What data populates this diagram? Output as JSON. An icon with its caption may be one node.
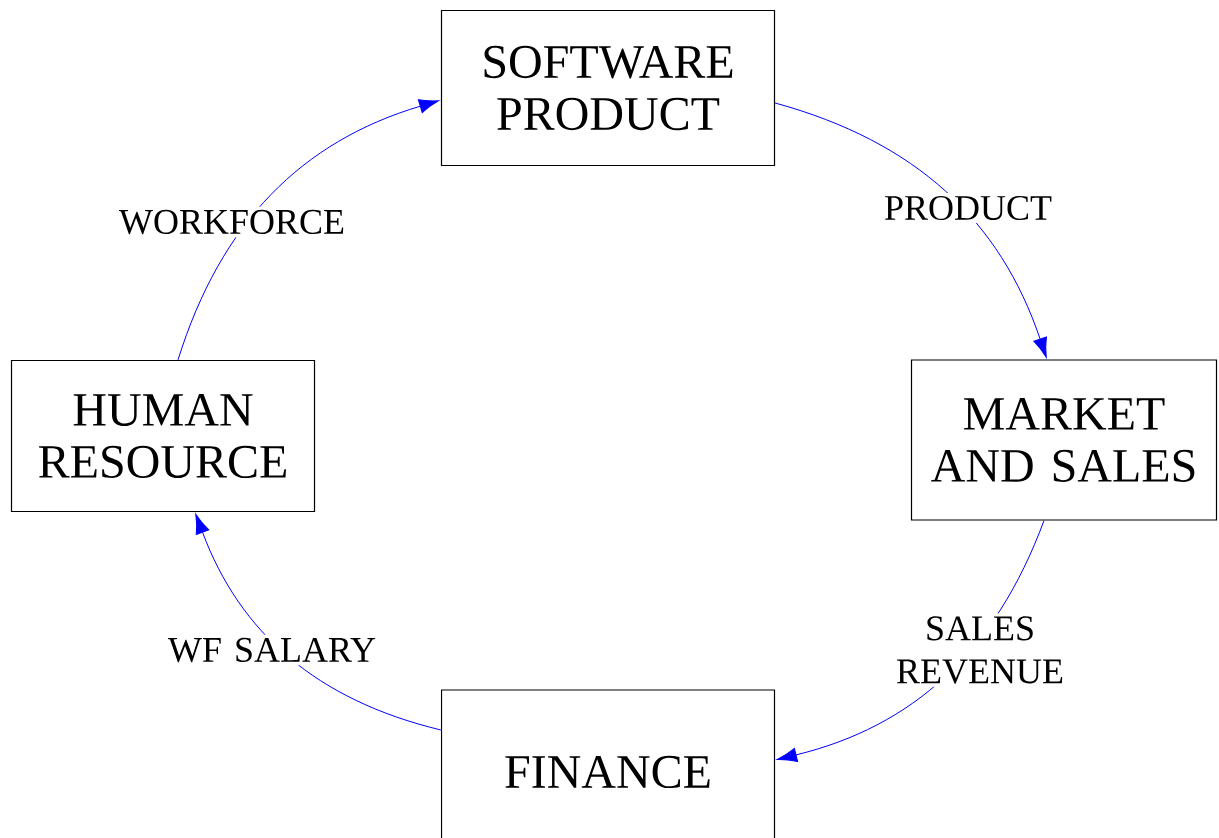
{
  "diagram": {
    "nodes": [
      {
        "text": [
          "SOFTWARE PRODUCT"
        ]
      },
      {
        "text": [
          "MARKET AND SALES"
        ]
      },
      {
        "text": [
          "FINANCE"
        ]
      },
      {
        "text": [
          "HUMAN RESOURCE"
        ]
      }
    ],
    "edges": [
      {
        "from": 0,
        "to": 1,
        "arrow": "to",
        "label": "PRODUCT"
      },
      {
        "from": 1,
        "to": 2,
        "arrow": "to",
        "label": "SALES REVENUE"
      },
      {
        "from": 2,
        "to": 3,
        "arrow": "to",
        "label": "WF SALARY"
      },
      {
        "from": 3,
        "to": 0,
        "arrow": "to",
        "label": "WORKFORCE"
      }
    ]
  }
}
